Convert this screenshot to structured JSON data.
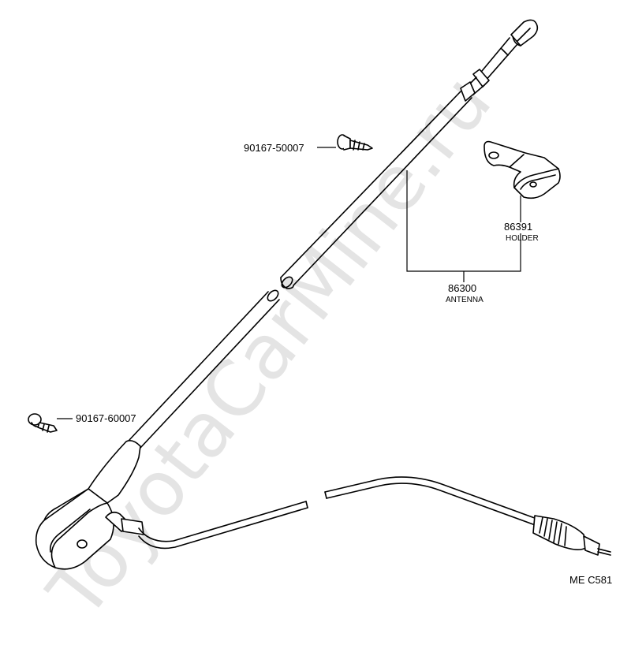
{
  "watermark": "ToyotaCarMine.ru",
  "parts": {
    "screw_top": {
      "number": "90167-50007"
    },
    "screw_left": {
      "number": "90167-60007"
    },
    "holder": {
      "number": "86391",
      "name": "HOLDER"
    },
    "antenna": {
      "number": "86300",
      "name": "ANTENNA"
    }
  },
  "diagram_code": "ME C581"
}
